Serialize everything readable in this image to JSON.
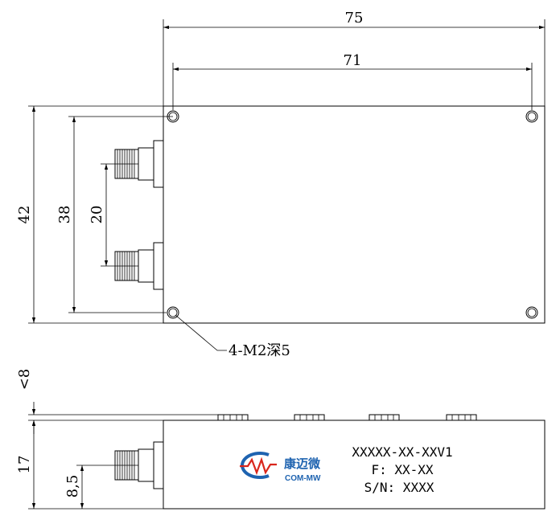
{
  "dimensions": {
    "overall_length": "75",
    "hole_spacing_x": "71",
    "overall_width": "42",
    "hole_spacing_y": "38",
    "connector_spacing": "20",
    "max_height_above": "<8",
    "body_height": "17",
    "connector_center_height": "8,5"
  },
  "callout": {
    "mounting_holes": "4-M2深5"
  },
  "label": {
    "model": "XXXXX-XX-XXV1",
    "frequency": "F: XX-XX",
    "serial": "S/N: XXXX"
  },
  "logo": {
    "chinese_name": "康迈微",
    "english_name": "COM-MW",
    "color_primary": "#1e63b0",
    "color_accent": "#d9261c"
  }
}
